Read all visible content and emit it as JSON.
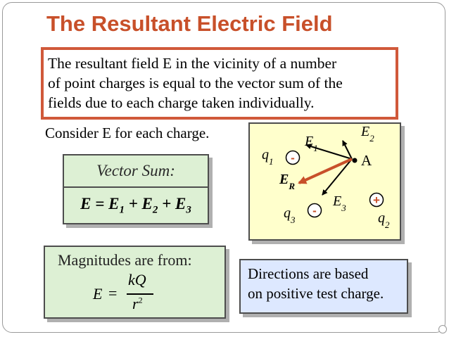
{
  "slide": {
    "title": "The Resultant Electric Field",
    "definition_lines": [
      "The resultant field E in the vicinity of a number",
      "of point charges is equal to the vector sum of the",
      "fields due to each charge taken individually."
    ],
    "consider": "Consider E for each charge.",
    "vector_sum": {
      "label": "Vector Sum:",
      "equation": {
        "lhs": "E =",
        "terms": [
          "E",
          "E",
          "E"
        ],
        "subs": [
          "1",
          "2",
          "3"
        ],
        "plus": "+"
      }
    },
    "magnitudes": {
      "heading": "Magnitudes are from:",
      "formula": {
        "lhs": "E",
        "eq": "=",
        "numerator": "kQ",
        "denominator": "r",
        "exponent": "2"
      }
    },
    "directions_lines": [
      "Directions are based",
      "on positive test charge."
    ]
  },
  "diagram": {
    "point_label": "A",
    "field_labels": [
      {
        "base": "E",
        "sub": "1"
      },
      {
        "base": "E",
        "sub": "2"
      },
      {
        "base": "E",
        "sub": "3"
      },
      {
        "base": "E",
        "sub": "R"
      }
    ],
    "charges": [
      {
        "base": "q",
        "sub": "1",
        "sign": "-"
      },
      {
        "base": "q",
        "sub": "2",
        "sign": "+"
      },
      {
        "base": "q",
        "sub": "3",
        "sign": "-"
      }
    ]
  },
  "colors": {
    "title": "#c8502a",
    "definition_border": "#d0593a",
    "green_panel": "#ddf0d4",
    "diagram_panel": "#ffffcc",
    "blue_panel": "#dde8ff",
    "resultant_arrow": "#c8502a",
    "charge_sign": "#c8502a"
  }
}
